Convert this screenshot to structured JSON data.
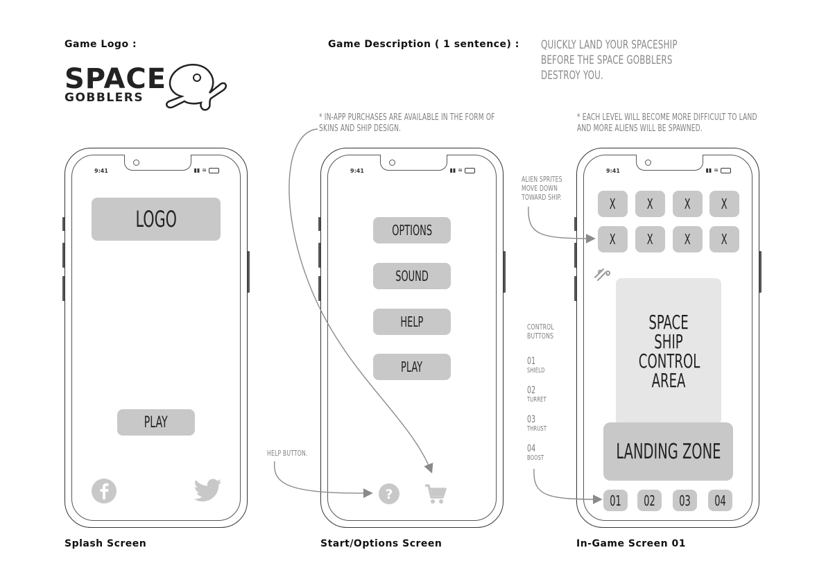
{
  "headings": {
    "game_logo": "Game Logo :",
    "game_description": "Game Description ( 1 sentence) :",
    "splash": "Splash Screen",
    "start_options": "Start/Options Screen",
    "in_game": "In-Game Screen 01"
  },
  "description_text": "Quickly land your spaceship before the Space Gobblers destroy you.",
  "logo": {
    "line1": "SPACE",
    "line2": "GOBBLERS"
  },
  "notes": {
    "iap": "* In-app purchases are available in the form of skins and ship design.",
    "difficulty": "* Each level will become more difficult to land and more aliens will be spawned.",
    "help_button": "Help Button.",
    "alien_sprites": "Alien sprites move down toward ship.",
    "control_buttons": "Control buttons"
  },
  "controls_legend": [
    {
      "num": "01",
      "name": "Shield"
    },
    {
      "num": "02",
      "name": "Turret"
    },
    {
      "num": "03",
      "name": "Thrust"
    },
    {
      "num": "04",
      "name": "Boost"
    }
  ],
  "status_bar": {
    "time": "9:41"
  },
  "splash_screen": {
    "logo_label": "LOGO",
    "play_label": "PLAY"
  },
  "start_screen": {
    "options": "OPTIONS",
    "sound": "SOUND",
    "help": "HELP",
    "play": "PLAY"
  },
  "ingame_screen": {
    "aliens": [
      "X",
      "X",
      "X",
      "X",
      "X",
      "X",
      "X",
      "X"
    ],
    "control_area": "SPACE SHIP CONTROL AREA",
    "landing_zone": "LANDING ZONE",
    "buttons": [
      "01",
      "02",
      "03",
      "04"
    ]
  },
  "icons": [
    "facebook-icon",
    "twitter-icon",
    "help-icon",
    "cart-icon",
    "wind-icon",
    "alien-mascot-icon"
  ],
  "colors": {
    "box_gray": "#c8c8c8",
    "light_gray": "#e6e6e6",
    "note_gray": "#808080"
  }
}
